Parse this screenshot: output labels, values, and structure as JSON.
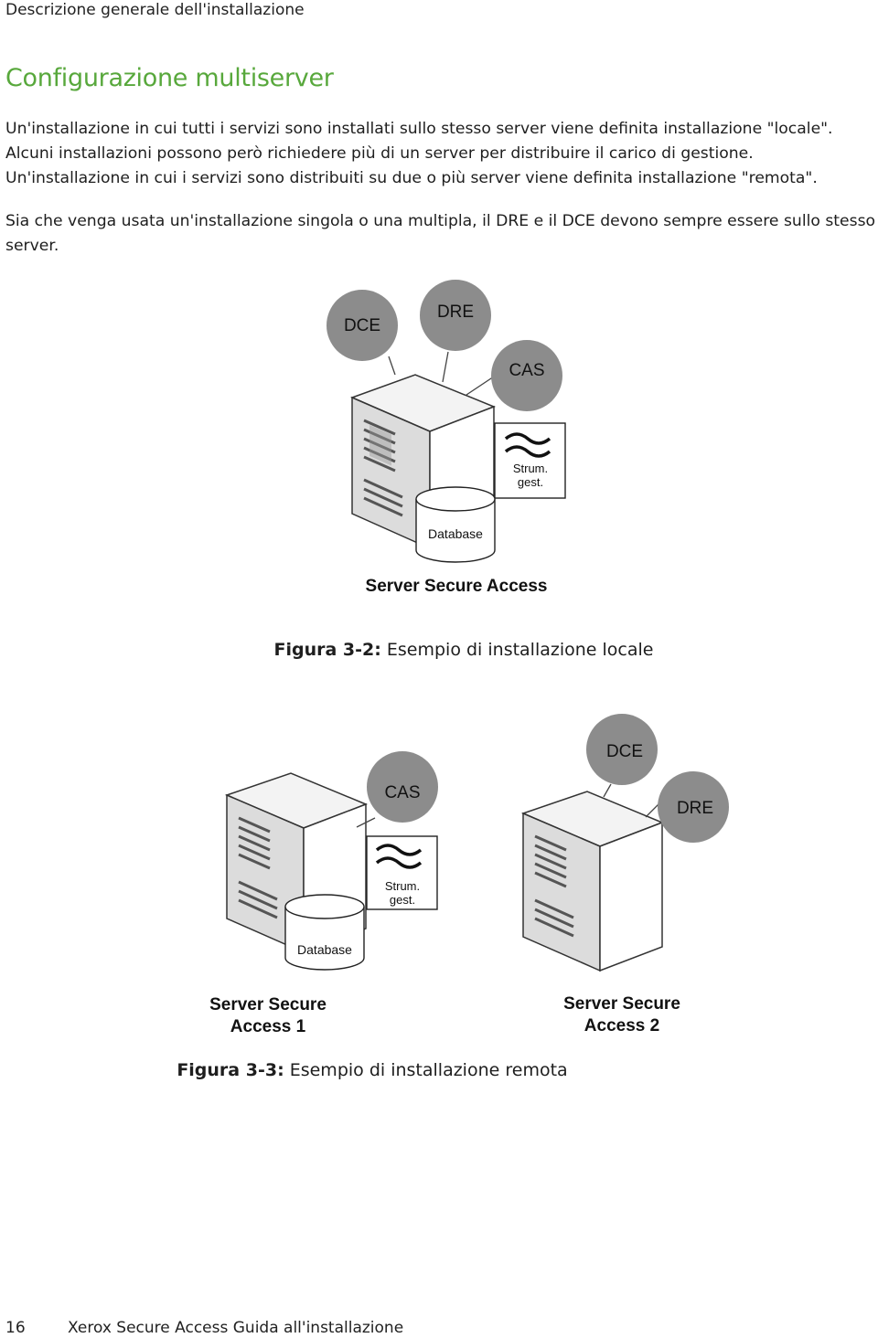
{
  "header": {
    "running_title": "Descrizione generale dell'installazione"
  },
  "section": {
    "title": "Configurazione multiserver"
  },
  "paragraphs": {
    "p1": "Un'installazione in cui tutti i servizi sono installati sullo stesso server viene definita installazione \"locale\". Alcuni installazioni possono però richiedere più di un server per distribuire il carico di gestione. Un'installazione in cui i servizi sono distribuiti su due o più server viene definita installazione \"remota\".",
    "p2": "Sia che venga usata un'installazione singola o una multipla, il DRE e il DCE devono sempre essere sullo stesso server."
  },
  "figure1": {
    "nodes": {
      "dce": "DCE",
      "dre": "DRE",
      "cas": "CAS"
    },
    "tool_label_1": "Strum.",
    "tool_label_2": "gest.",
    "database_label": "Database",
    "server_label": "Server Secure Access",
    "caption_prefix": "Figura 3-2:",
    "caption_text": " Esempio di installazione locale"
  },
  "figure2": {
    "server1": {
      "nodes": {
        "cas": "CAS"
      },
      "tool_label_1": "Strum.",
      "tool_label_2": "gest.",
      "database_label": "Database",
      "label_line1": "Server Secure",
      "label_line2": "Access 1"
    },
    "server2": {
      "nodes": {
        "dce": "DCE",
        "dre": "DRE"
      },
      "label_line1": "Server Secure",
      "label_line2": "Access 2"
    },
    "caption_prefix": "Figura 3-3:",
    "caption_text": " Esempio di installazione remota"
  },
  "footer": {
    "page_number": "16",
    "doc_title": "Xerox Secure Access Guida all'installazione"
  },
  "colors": {
    "section_title": "#58a83c",
    "node_fill": "#8c8c8c"
  }
}
